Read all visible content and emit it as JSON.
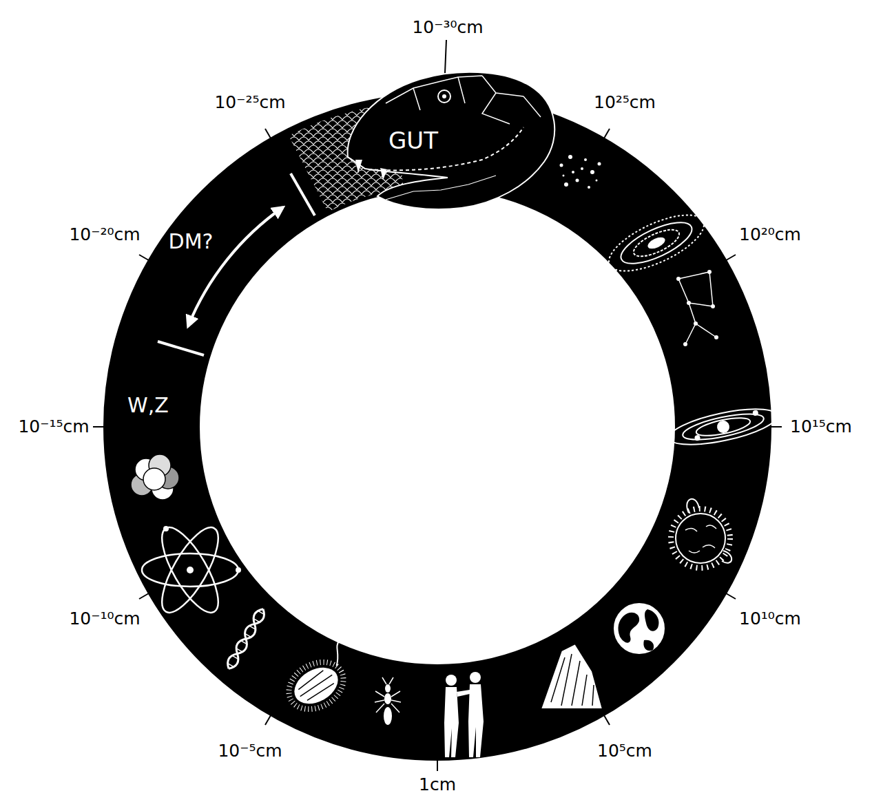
{
  "diagram": {
    "labels": [
      "10⁻³⁰cm",
      "10²⁵cm",
      "GUT",
      "10⁻²⁵cm",
      "10²⁰cm",
      "DM?",
      "10⁻²⁰cm",
      "10⁻¹⁵cm",
      "W,Z",
      "10¹⁵cm",
      "10⁻¹⁰cm",
      "10¹⁰cm",
      "10⁻⁵cm",
      "10⁵cm",
      "1cm"
    ]
  }
}
